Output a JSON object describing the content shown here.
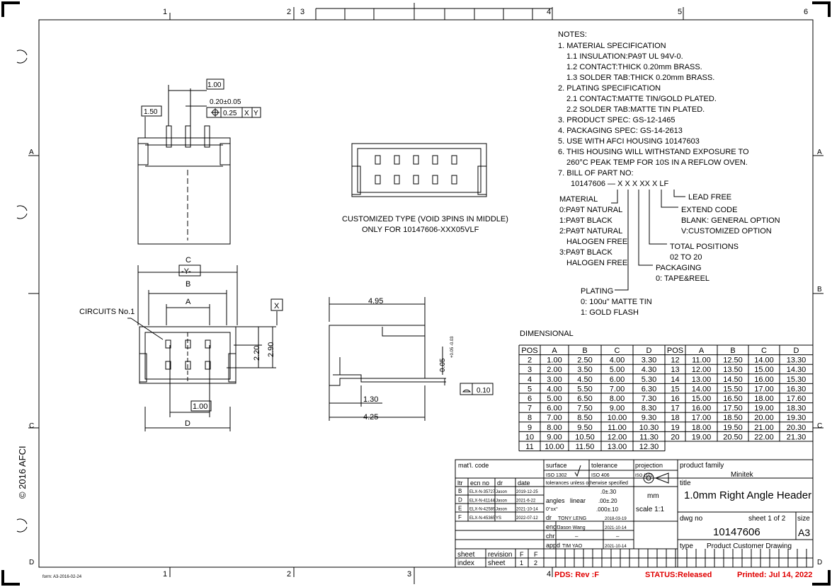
{
  "frame": {
    "zones_top": [
      "1",
      "2",
      "3",
      "4",
      "5",
      "6"
    ],
    "zones_bottom": [
      "1",
      "2",
      "3",
      "4"
    ],
    "zones_side": [
      "A",
      "B",
      "C",
      "D"
    ],
    "copyright": "© 2016 AFCI",
    "form": "form: A3-2016-02-24"
  },
  "notes": {
    "title": "NOTES:",
    "lines": [
      "1. MATERIAL SPECIFICATION",
      "1.1 INSULATION:PA9T UL 94V-0.",
      "1.2 CONTACT:THICK 0.20mm BRASS.",
      "1.3 SOLDER TAB:THICK 0.20mm BRASS.",
      "2. PLATING SPECIFICATION",
      "2.1 CONTACT:MATTE TIN/GOLD PLATED.",
      "2.2 SOLDER TAB:MATTE TIN PLATED.",
      "3. PRODUCT SPEC: GS-12-1465",
      "4. PACKAGING SPEC: GS-14-2613",
      "5. USE WITH AFCI HOUSING 10147603",
      "6. THIS HOUSING WILL WITHSTAND EXPOSURE TO",
      "260°C PEAK TEMP FOR 10S IN A REFLOW OVEN.",
      "7. BILL OF PART NO:"
    ]
  },
  "bom": {
    "part_code": "10147606 — X X X XX X LF",
    "material_title": "MATERIAL",
    "material_options": [
      "0:PA9T NATURAL",
      "1:PA9T BLACK",
      "2:PA9T NATURAL",
      "HALOGEN FREE",
      "3:PA9T BLACK",
      "HALOGEN FREE"
    ],
    "lead_free": "LEAD FREE",
    "extend_code": "EXTEND CODE",
    "extend_blank": "BLANK: GENERAL OPTION",
    "extend_v": "V:CUSTOMIZED OPTION",
    "total_positions": "TOTAL POSITIONS",
    "positions_range": "02 TO 20",
    "packaging": "PACKAGING",
    "packaging_opt": "0: TAPE&REEL",
    "plating": "PLATING",
    "plating_0": "0: 100u\" MATTE TIN",
    "plating_1": "1: GOLD FLASH"
  },
  "views": {
    "dim_100_top": "1.00",
    "dim_020": "0.20±0.05",
    "dim_150": "1.50",
    "tolerance_frame": [
      "0.25",
      "X",
      "Y"
    ],
    "customized_line1": "CUSTOMIZED TYPE (VOID 3PINS IN MIDDLE)",
    "customized_line2": "ONLY FOR 10147606-XXX05VLF",
    "label_c": "C",
    "label_y": "-Y-",
    "label_b": "B",
    "label_a": "A",
    "label_x": "X",
    "circuits": "CIRCUITS No.1",
    "dim_220": "2.20",
    "dim_290": "2.90",
    "dim_100_bottom": "1.00",
    "label_d": "D",
    "dim_495": "4.95",
    "dim_005": "0.05",
    "dim_005_tol": "+0.05 -0.03",
    "flatness": "0.10",
    "dim_130": "1.30",
    "dim_425": "4.25"
  },
  "dim_table": {
    "title": "DIMENSIONAL",
    "headers": [
      "POS",
      "A",
      "B",
      "C",
      "D",
      "POS",
      "A",
      "B",
      "C",
      "D"
    ],
    "rows": [
      [
        "2",
        "1.00",
        "2.50",
        "4.00",
        "3.30",
        "12",
        "11.00",
        "12.50",
        "14.00",
        "13.30"
      ],
      [
        "3",
        "2.00",
        "3.50",
        "5.00",
        "4.30",
        "13",
        "12.00",
        "13.50",
        "15.00",
        "14.30"
      ],
      [
        "4",
        "3.00",
        "4.50",
        "6.00",
        "5.30",
        "14",
        "13.00",
        "14.50",
        "16.00",
        "15.30"
      ],
      [
        "5",
        "4.00",
        "5.50",
        "7.00",
        "6.30",
        "15",
        "14.00",
        "15.50",
        "17.00",
        "16.30"
      ],
      [
        "6",
        "5.00",
        "6.50",
        "8.00",
        "7.30",
        "16",
        "15.00",
        "16.50",
        "18.00",
        "17.60"
      ],
      [
        "7",
        "6.00",
        "7.50",
        "9.00",
        "8.30",
        "17",
        "16.00",
        "17.50",
        "19.00",
        "18.30"
      ],
      [
        "8",
        "7.00",
        "8.50",
        "10.00",
        "9.30",
        "18",
        "17.00",
        "18.50",
        "20.00",
        "19.30"
      ],
      [
        "9",
        "8.00",
        "9.50",
        "11.00",
        "10.30",
        "19",
        "18.00",
        "19.50",
        "21.00",
        "20.30"
      ],
      [
        "10",
        "9.00",
        "10.50",
        "12.00",
        "11.30",
        "20",
        "19.00",
        "20.50",
        "22.00",
        "21.30"
      ],
      [
        "11",
        "10.00",
        "11.50",
        "13.00",
        "12.30",
        "",
        "",
        "",
        "",
        ""
      ]
    ]
  },
  "title_block": {
    "matl_code": "mat'l. code",
    "surface": "surface",
    "surface_std": "ISO 1302",
    "tolerance": "tolerance",
    "tolerance_std": "ISO 406",
    "iso_1101": "ISO 1101",
    "projection": "projection",
    "tol_unless": "tolerances unless otherwise specified",
    "hdr_ltr": "ltr",
    "hdr_ecn": "ecn no",
    "hdr_dr": "dr",
    "hdr_date": "date",
    "revisions": [
      [
        "B",
        "ELX-N-35727",
        "Jason",
        "2019-12-25"
      ],
      [
        "D",
        "ELX-N-41144",
        "Jason",
        "2021-6-22"
      ],
      [
        "E",
        "ELX-N-42589",
        "Jason",
        "2021-10-14"
      ],
      [
        "F",
        "ELX-N-45365",
        "YS",
        "2022-07-12"
      ]
    ],
    "angles": "angles",
    "angle_tol": "0°±x°",
    "linear": "linear",
    "lin1": ".0±.30",
    "lin2": ".00±.20",
    "lin3": ".000±.10",
    "unit": "mm",
    "scale": "scale 1:1",
    "dr_label": "dr",
    "dr_name": "TONY LENG",
    "dr_date": "2018-03-19",
    "engr_label": "engr",
    "engr_name": "Jason Wang",
    "engr_date": "2021-10-14",
    "chr_label": "chr",
    "chr_name": "–",
    "chr_date": "–",
    "appd_label": "appd",
    "appd_name": "TIM YAO",
    "appd_date": "2021-10-14",
    "product_family_label": "product family",
    "product_family": "Minitek",
    "title_label": "title",
    "title": "1.0mm Right Angle Header",
    "dwg_no_label": "dwg no",
    "sheet_of": "sheet 1 of 2",
    "size_label": "size",
    "dwg_no": "10147606",
    "size": "A3",
    "type_label": "type",
    "type": "Product Customer Drawing",
    "sheet_label": "sheet",
    "revision_label": "revision",
    "index_label": "index",
    "sheet2_label": "sheet",
    "rev_f1": "F",
    "rev_f2": "F",
    "idx1": "1",
    "idx2": "2"
  },
  "status": {
    "pds": "PDS: Rev :F",
    "status": "STATUS:Released",
    "printed": "Printed:  Jul 14, 2022"
  }
}
